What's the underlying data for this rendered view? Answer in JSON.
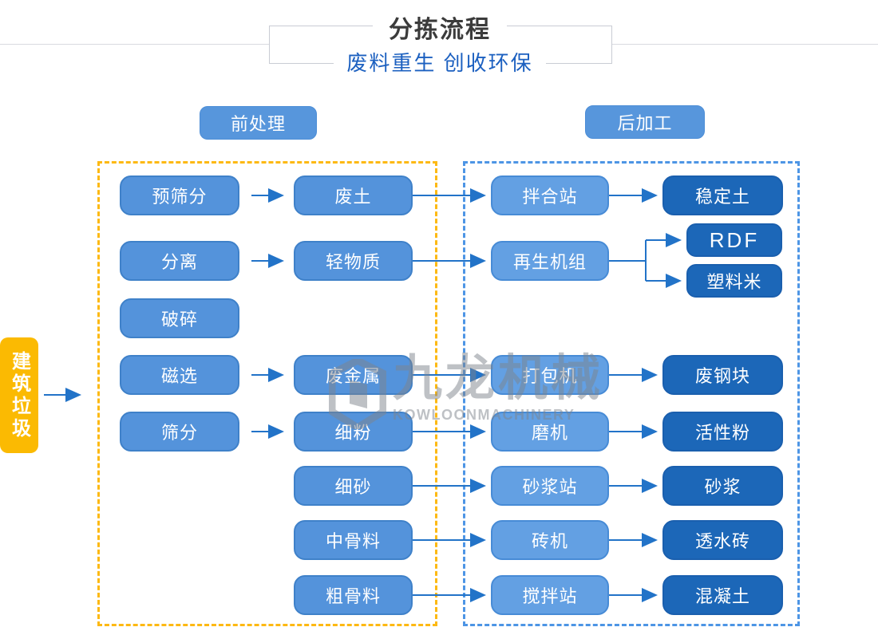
{
  "header": {
    "title": "分拣流程",
    "subtitle": "废料重生 创收环保"
  },
  "sections": {
    "pre_label": "前处理",
    "post_label": "后加工"
  },
  "source": {
    "label": "建筑垃圾"
  },
  "watermark": {
    "name": "九龙机械",
    "latin": "KOWLOONMACHINERY",
    "logo_icon": "kowloon-hexagon-logo"
  },
  "colors": {
    "node_medium_blue": "#5493db",
    "node_light_blue": "#63a0e3",
    "node_dark_blue": "#1c67b8",
    "source_orange": "#fbba02",
    "zone_pre_dashed": "#fdb913",
    "zone_post_dashed": "#4d95e5",
    "arrow_blue": "#2273c8",
    "subtitle_blue": "#1c60c0",
    "title_gray": "#3b3b3b"
  },
  "flow": {
    "rows": [
      {
        "a": "预筛分",
        "b": "废土",
        "c": "拌合站",
        "d": "稳定土"
      },
      {
        "a": "分离",
        "b": "轻物质",
        "c": "再生机组",
        "d2": [
          "RDF",
          "塑料米"
        ]
      },
      {
        "a": "破碎"
      },
      {
        "a": "磁选",
        "b": "废金属",
        "c": "打包机",
        "d": "废钢块"
      },
      {
        "a": "筛分",
        "b": "细粉",
        "c": "磨机",
        "d": "活性粉"
      },
      {
        "b": "细砂",
        "c": "砂浆站",
        "d": "砂浆"
      },
      {
        "b": "中骨料",
        "c": "砖机",
        "d": "透水砖"
      },
      {
        "b": "粗骨料",
        "c": "搅拌站",
        "d": "混凝土"
      }
    ]
  }
}
